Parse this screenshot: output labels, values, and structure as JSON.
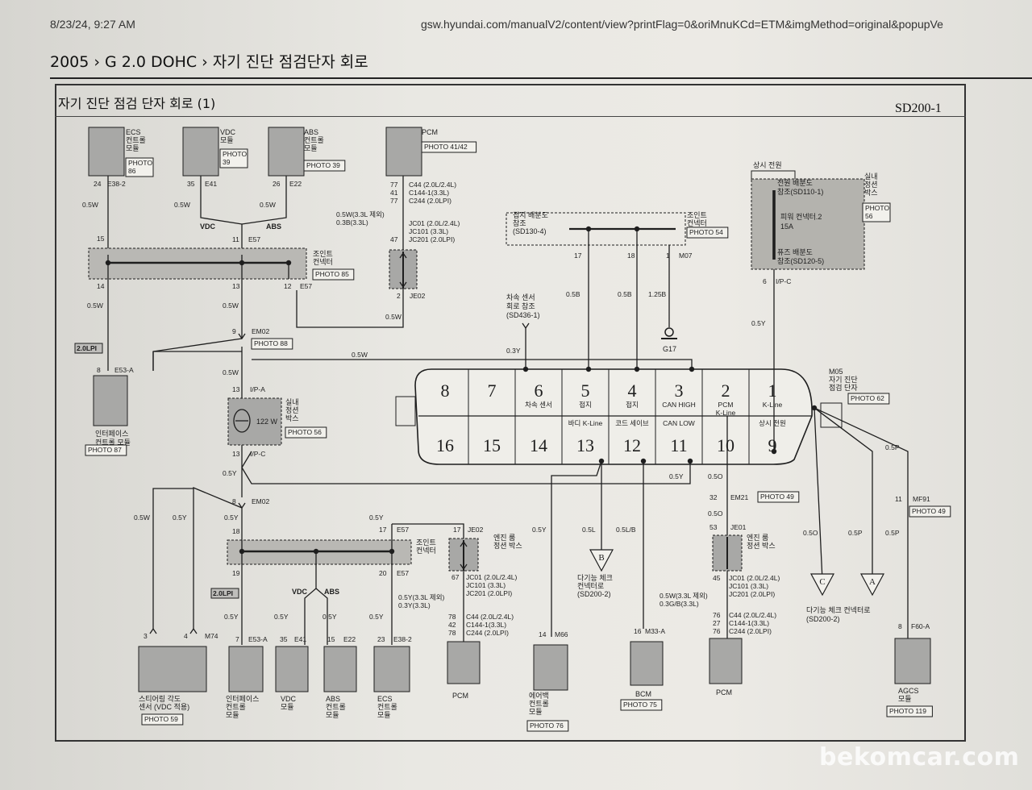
{
  "header": {
    "timestamp": "8/23/24, 9:27 AM",
    "url": "gsw.hyundai.com/manualV2/content/view?printFlag=0&oriMnuKCd=ETM&imgMethod=original&popupVe"
  },
  "breadcrumb": {
    "year": "2005",
    "engine": "G 2.0 DOHC",
    "page": "자기 진단 점검단자 회로"
  },
  "diagram": {
    "title": "자기 진단 점검 단자 회로 (1)",
    "code": "SD200-1",
    "boxes": [
      {
        "id": "ecs-top",
        "lines": [
          "ECS",
          "컨트롤",
          "모듈"
        ],
        "photo": [
          "PHOTO",
          "86"
        ],
        "pin": "24",
        "conn": "E38-2"
      },
      {
        "id": "vdc-top",
        "lines": [
          "VDC",
          "모듈"
        ],
        "photo": [
          "PHOTO",
          "39"
        ],
        "pin": "35",
        "conn": "E41"
      },
      {
        "id": "abs-top",
        "lines": [
          "ABS",
          "컨트롤",
          "모듈"
        ],
        "photo": [
          "PHOTO 39"
        ],
        "pin": "26",
        "conn": "E22"
      },
      {
        "id": "pcm-top",
        "lines": [
          "PCM"
        ],
        "photo": [
          "PHOTO 41/42"
        ]
      },
      {
        "id": "interface-top",
        "lines": [
          "인터페이스",
          "컨트롤 모듈"
        ],
        "photo": [
          "PHOTO 87"
        ],
        "pin": "8",
        "conn": "E53-A"
      },
      {
        "id": "steering",
        "lines": [
          "스티어링 각도",
          "센서 (VDC 적용)"
        ],
        "photo": [
          "PHOTO 59"
        ]
      },
      {
        "id": "interface-bot",
        "lines": [
          "인터페이스",
          "컨트롤",
          "모듈"
        ],
        "pin": "7",
        "conn": "E53-A"
      },
      {
        "id": "vdc-bot",
        "lines": [
          "VDC",
          "모듈"
        ],
        "pin": "35",
        "conn": "E41"
      },
      {
        "id": "abs-bot",
        "lines": [
          "ABS",
          "컨트롤",
          "모듈"
        ],
        "pin": "15",
        "conn": "E22"
      },
      {
        "id": "ecs-bot",
        "lines": [
          "ECS",
          "컨트롤",
          "모듈"
        ],
        "pin": "23",
        "conn": "E38-2"
      },
      {
        "id": "pcm-bot",
        "lines": [
          "PCM"
        ]
      },
      {
        "id": "airbag",
        "lines": [
          "에어백",
          "컨트롤",
          "모듈"
        ],
        "photo": [
          "PHOTO 76"
        ],
        "pin": "14",
        "conn": "M66"
      },
      {
        "id": "bcm",
        "lines": [
          "BCM"
        ],
        "photo": [
          "PHOTO 75"
        ],
        "pin": "16",
        "conn": "M33-A"
      },
      {
        "id": "pcm-right",
        "lines": [
          "PCM"
        ]
      },
      {
        "id": "agcs",
        "lines": [
          "AGCS",
          "모듈"
        ],
        "photo": [
          "PHOTO 119"
        ],
        "pin": "8",
        "conn": "F60-A"
      }
    ],
    "dlc": {
      "top_pins": [
        "8",
        "7",
        "6",
        "5",
        "4",
        "3",
        "2",
        "1"
      ],
      "top_sublabels": [
        "",
        "",
        "차속 센서",
        "접지",
        "접지",
        "CAN HIGH",
        "PCM\nK-Line",
        "K-Line"
      ],
      "bottom_pins": [
        "16",
        "15",
        "14",
        "13",
        "12",
        "11",
        "10",
        "9"
      ],
      "bottom_sublabels": [
        "",
        "",
        "",
        "바디 K-Line",
        "코드 세이브",
        "CAN LOW",
        "",
        "상시 전원"
      ],
      "name": [
        "M05",
        "자기 진단",
        "점검 단자"
      ],
      "photo": "PHOTO 62"
    },
    "joint_connectors": [
      {
        "name": [
          "조인트",
          "컨넥터"
        ],
        "photo": "PHOTO 85",
        "conn": "E57"
      },
      {
        "name": [
          "조인트",
          "컨넥터"
        ],
        "conn": "E57"
      },
      {
        "name": [
          "조인트",
          "컨넥터"
        ],
        "photo": "PHOTO 54",
        "conn": "M07"
      }
    ],
    "junction_boxes": [
      {
        "name": [
          "실내",
          "정션",
          "박스"
        ],
        "photo": "PHOTO 56",
        "value": "122 W",
        "conn_top": "I/P-A",
        "conn_bot": "I/P-C"
      },
      {
        "name": [
          "엔진 룸",
          "정션 박스"
        ],
        "conn": "JE02"
      },
      {
        "name": [
          "엔진 룸",
          "정션 박스"
        ],
        "conn": "JE01"
      }
    ],
    "power": {
      "label": "상시 전원",
      "items": [
        "전원 배분도 참조(SD110-1)",
        "퓨즈 배분도 참조(SD120-5)"
      ],
      "fuse": "피워 컨넥터.2 15A",
      "box": [
        "실내",
        "정션",
        "박스"
      ],
      "photo": [
        "PHOTO",
        "56"
      ],
      "pin": "6",
      "conn": "I/P-C"
    },
    "ground_ref": {
      "text": [
        "접지 배분도",
        "참조",
        "(SD130-4)"
      ],
      "ground": "G17"
    },
    "speed_ref": [
      "차속 센서",
      "회로 참조",
      "(SD436-1)"
    ],
    "pcm_conn_top": [
      "C44 (2.0L/2.4L)",
      "C144-1(3.3L)",
      "C244 (2.0LPI)"
    ],
    "pcm_jc_top": [
      "JC01 (2.0L/2.4L)",
      "JC101 (3.3L)",
      "JC201 (2.0LPI)"
    ],
    "pcm_pins_top": [
      "77",
      "41",
      "77"
    ],
    "pcm_wire_top": [
      "0.5W(3.3L 제외)",
      "0.3B(3.3L)"
    ],
    "pcm_conn_bot": [
      "C44 (2.0L/2.4L)",
      "C144-1(3.3L)",
      "C244 (2.0LPI)"
    ],
    "pcm_jc_bot": [
      "JC01 (2.0L/2.4L)",
      "JC101 (3.3L)",
      "JC201 (2.0LPI)"
    ],
    "pcm_pins_bot": [
      "78",
      "42",
      "78"
    ],
    "pcm_wire_bot": [
      "0.5Y(3.3L 제외)",
      "0.3Y(3.3L)"
    ],
    "pcm_conn_right": [
      "C44 (2.0L/2.4L)",
      "C144-1(3.3L)",
      "C244 (2.0LPI)"
    ],
    "pcm_jc_right": [
      "JC01 (2.0L/2.4L)",
      "JC101 (3.3L)",
      "JC201 (2.0LPI)"
    ],
    "pcm_pins_right": [
      "76",
      "27",
      "76"
    ],
    "pcm_wire_right": [
      "0.5W(3.3L 제외)",
      "0.3G/B(3.3L)"
    ],
    "offpage": [
      {
        "letter": "B",
        "text": [
          "다기능 체크",
          "컨넥터로",
          "(SD200-2)"
        ]
      },
      {
        "letter": "C"
      },
      {
        "letter": "A"
      },
      {
        "text": [
          "다기능 체크 컨넥터로",
          "(SD200-2)"
        ]
      }
    ],
    "labels": {
      "w05": "0.5W",
      "y05": "0.5Y",
      "b05": "0.5B",
      "b125": "1.25B",
      "y03": "0.3Y",
      "o05": "0.5O",
      "p05": "0.5P",
      "l05": "0.5L",
      "lb05": "0.5L/B",
      "vdc": "VDC",
      "abs": "ABS",
      "lpi": "2.0LPI",
      "e57": "E57",
      "em02": "EM02",
      "em21": "EM21",
      "je02": "JE02",
      "je01": "JE01",
      "mf91": "MF91",
      "m74": "M74",
      "photo88": "PHOTO 88",
      "photo49": "PHOTO 49",
      "photo62": "PHOTO 62"
    }
  },
  "watermark": "bekomcar.com"
}
